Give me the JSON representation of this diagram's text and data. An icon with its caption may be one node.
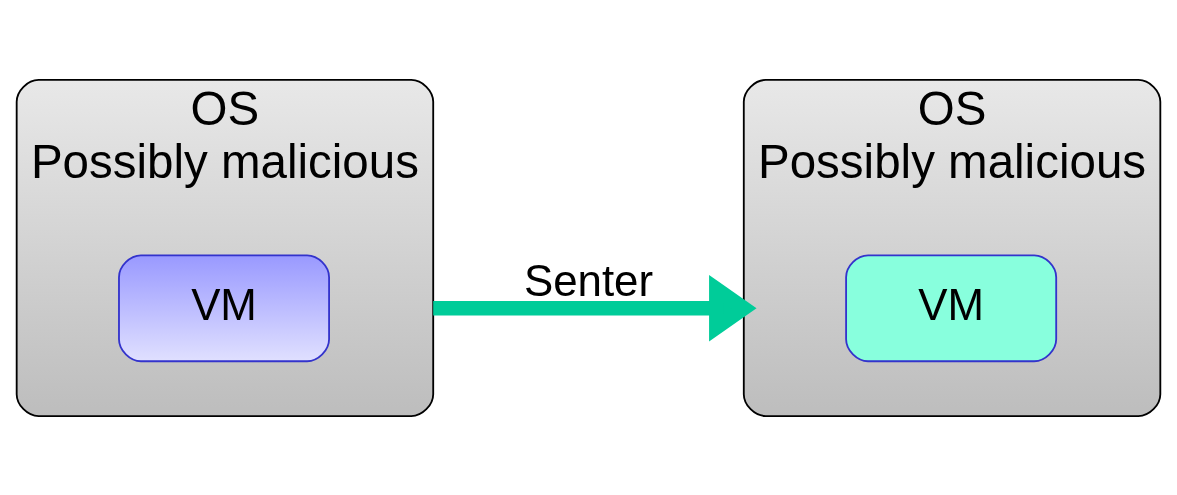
{
  "diagram": {
    "nodes": [
      {
        "text": [
          "OS",
          "Possibly malicious"
        ]
      },
      {
        "text": [
          "VM"
        ],
        "in": 0
      },
      {
        "text": [
          "OS",
          "Possibly malicious"
        ]
      },
      {
        "text": [
          "VM"
        ],
        "in": 2
      }
    ],
    "edges": [
      {
        "from": 0,
        "to": 2,
        "arrow": "to",
        "label": "Senter"
      }
    ]
  }
}
